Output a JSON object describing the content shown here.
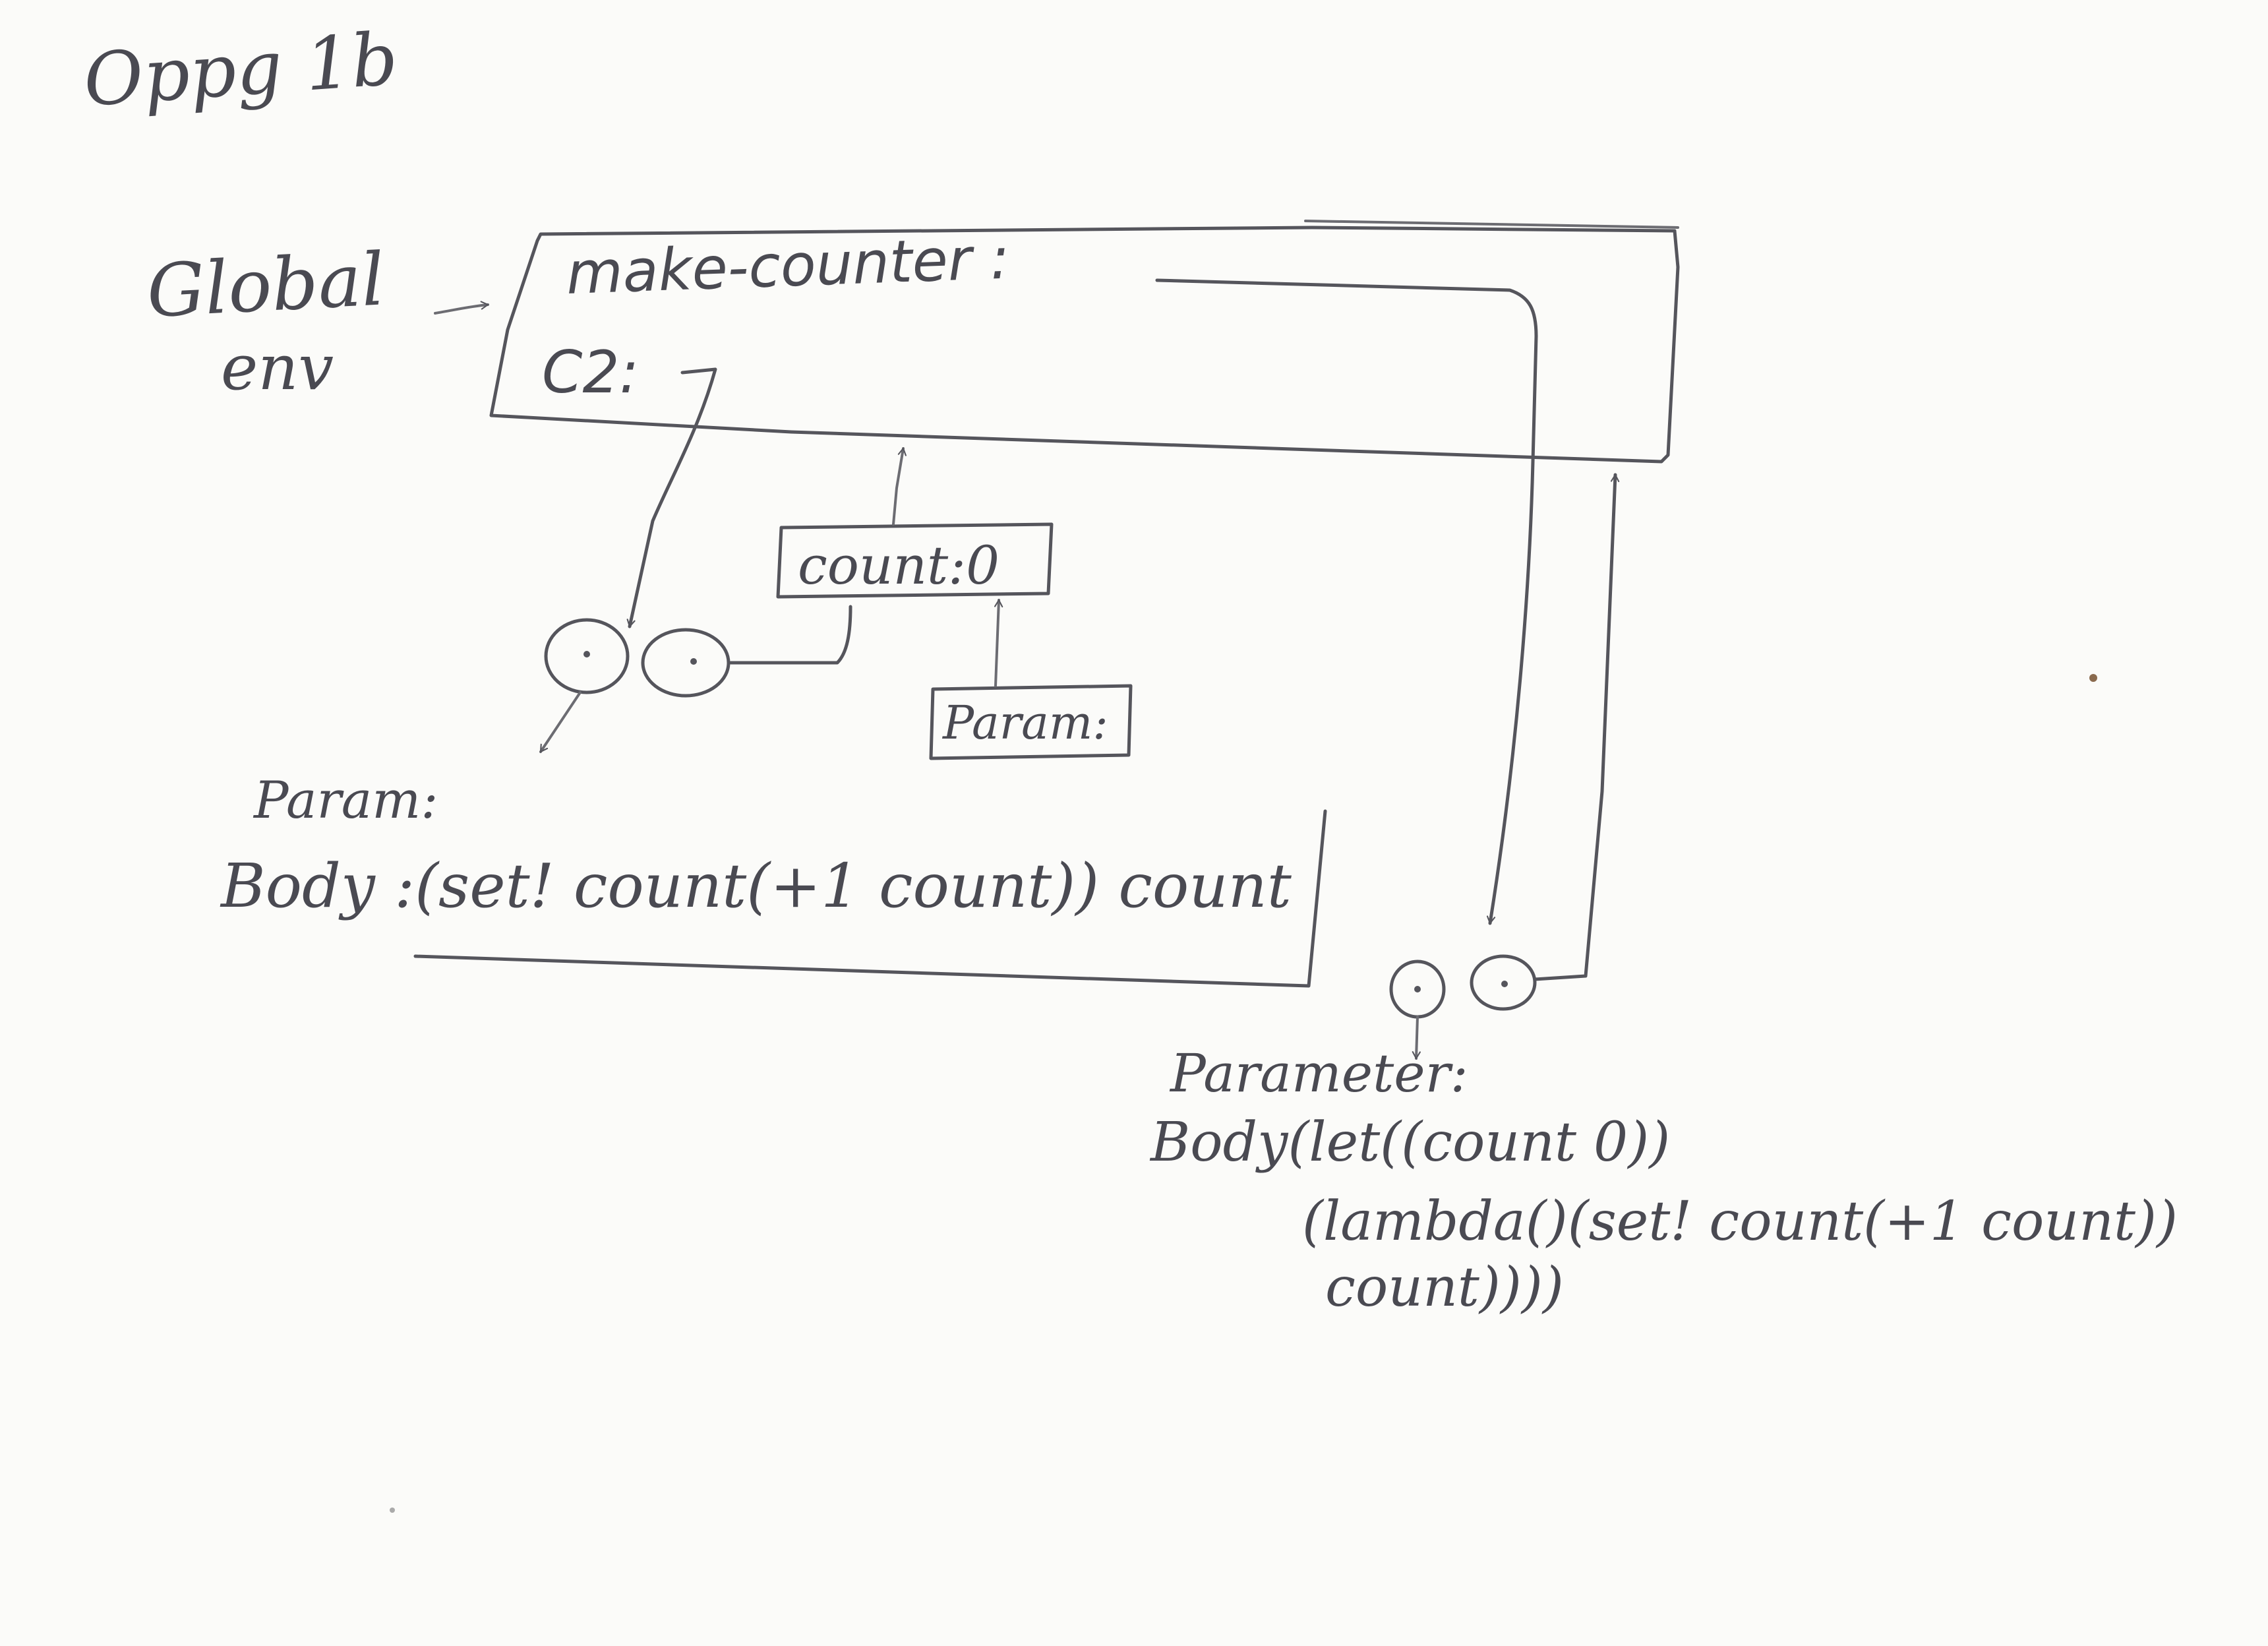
{
  "corner_note": "Oppg 1b",
  "global_env": {
    "line1": "Global",
    "line2": "env"
  },
  "frame": {
    "binding_make_counter": "make-counter :",
    "binding_c2": "C2:"
  },
  "env_count": "count:0",
  "param_box": "Param:",
  "c2_procedure": {
    "params": "Param:",
    "body": "Body :(set! count(+1 count)) count"
  },
  "make_counter_procedure": {
    "params": "Parameter:",
    "body_lines": [
      "Body(let((count 0))",
      "(lambda()(set! count(+1 count))",
      "count))))"
    ]
  },
  "ink_color": "#55555c",
  "paper_color": "#fbfbf9"
}
